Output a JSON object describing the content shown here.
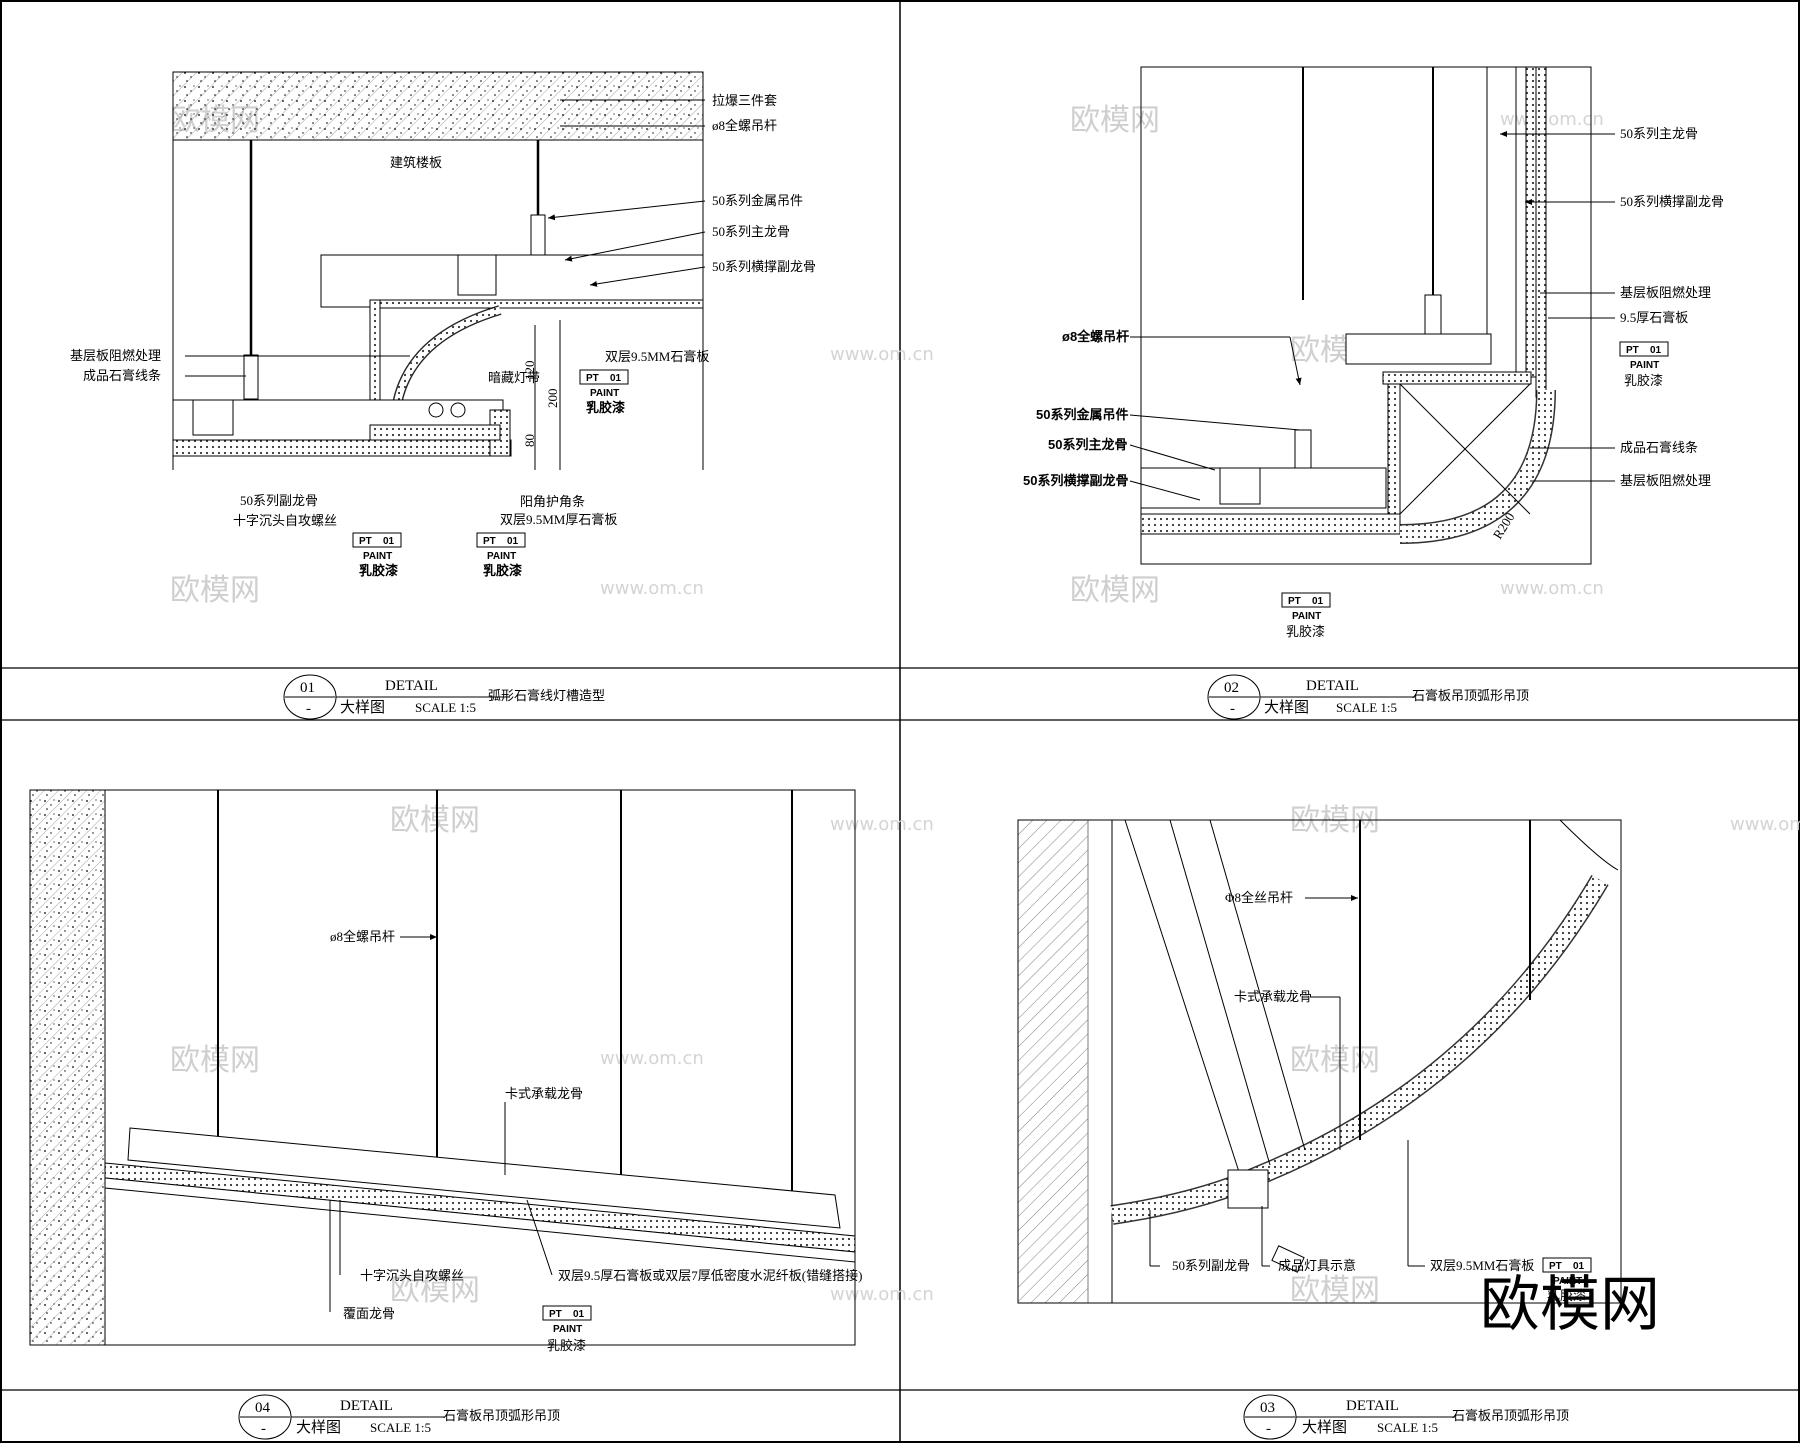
{
  "panels": [
    {
      "number": "01",
      "sub": "-",
      "detail": "DETAIL",
      "cn": "大样图",
      "scale": "SCALE 1:5",
      "desc": "弧形石膏线灯槽造型",
      "labels": [
        "拉爆三件套",
        "ø8全螺吊杆",
        "建筑楼板",
        "50系列金属吊件",
        "50系列主龙骨",
        "50系列横撑副龙骨",
        "基层板阻燃处理",
        "成品石膏线条",
        "双层9.5MM石膏板",
        "暗藏灯带",
        "50系列副龙骨",
        "十字沉头自攻螺丝",
        "阳角护角条",
        "双层9.5MM厚石膏板"
      ],
      "dims": [
        "120",
        "200",
        "80"
      ],
      "paint": [
        {
          "pt": "PT",
          "n": "01",
          "p": "PAINT",
          "t": "乳胶漆"
        },
        {
          "pt": "PT",
          "n": "01",
          "p": "PAINT",
          "t": "乳胶漆"
        },
        {
          "pt": "PT",
          "n": "01",
          "p": "PAINT",
          "t": "乳胶漆"
        }
      ]
    },
    {
      "number": "02",
      "sub": "-",
      "detail": "DETAIL",
      "cn": "大样图",
      "scale": "SCALE 1:5",
      "desc": "石膏板吊顶弧形吊顶",
      "labels": [
        "50系列主龙骨",
        "50系列横撑副龙骨",
        "基层板阻燃处理",
        "9.5厚石膏板",
        "ø8全螺吊杆",
        "50系列金属吊件",
        "50系列主龙骨",
        "50系列横撑副龙骨",
        "成品石膏线条",
        "基层板阻燃处理"
      ],
      "dims": [
        "R200"
      ],
      "paint": [
        {
          "pt": "PT",
          "n": "01",
          "p": "PAINT",
          "t": "乳胶漆"
        },
        {
          "pt": "PT",
          "n": "01",
          "p": "PAINT",
          "t": "乳胶漆"
        }
      ]
    },
    {
      "number": "04",
      "sub": "-",
      "detail": "DETAIL",
      "cn": "大样图",
      "scale": "SCALE 1:5",
      "desc": "石膏板吊顶弧形吊顶",
      "labels": [
        "ø8全螺吊杆",
        "卡式承载龙骨",
        "十字沉头自攻螺丝",
        "双层9.5厚石膏板或双层7厚低密度水泥纤板(错缝搭接)",
        "覆面龙骨"
      ],
      "paint": [
        {
          "pt": "PT",
          "n": "01",
          "p": "PAINT",
          "t": "乳胶漆"
        }
      ]
    },
    {
      "number": "03",
      "sub": "-",
      "detail": "DETAIL",
      "cn": "大样图",
      "scale": "SCALE 1:5",
      "desc": "石膏板吊顶弧形吊顶",
      "labels": [
        "Φ8全丝吊杆",
        "卡式承载龙骨",
        "50系列副龙骨",
        "成品灯具示意",
        "双层9.5MM石膏板"
      ],
      "paint": [
        {
          "pt": "PT",
          "n": "01",
          "p": "PAINT",
          "t": "乳胶漆"
        }
      ]
    }
  ],
  "watermark": {
    "brand": "欧模网",
    "url": "www.om.cn"
  }
}
